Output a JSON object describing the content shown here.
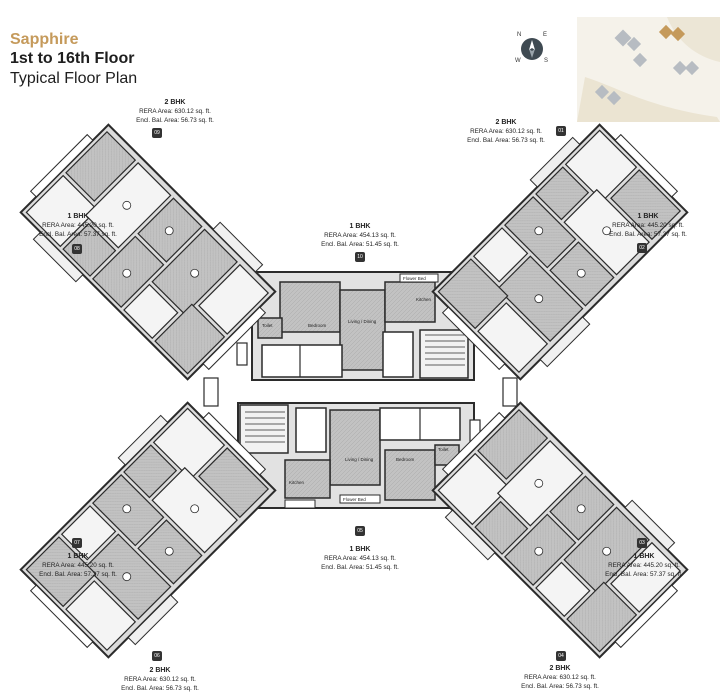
{
  "header": {
    "project": "Sapphire",
    "floor_range": "1st to 16th Floor",
    "plan_type": "Typical Floor Plan"
  },
  "compass": {
    "n": "N",
    "e": "E",
    "s": "S",
    "w": "W"
  },
  "colors": {
    "accent": "#c59a5b",
    "wall": "#2b2b2b",
    "floor": "#b9b9b9",
    "balcony": "#e4e4e4",
    "keyplan_bg": "#f5f2ea",
    "keyplan_highlight": "#c59a5b",
    "keyplan_block": "#b7bcc2"
  },
  "units": [
    {
      "no": "09",
      "type": "2 BHK",
      "rera": "RERA Area: 630.12 sq. ft.",
      "bal": "Encl. Bal. Area: 56.73 sq. ft."
    },
    {
      "no": "01",
      "type": "2 BHK",
      "rera": "RERA Area: 630.12 sq. ft.",
      "bal": "Encl. Bal. Area: 56.73 sq. ft."
    },
    {
      "no": "08",
      "type": "1 BHK",
      "rera": "RERA Area: 445.20 sq. ft.",
      "bal": "Encl. Bal. Area: 57.37 sq. ft."
    },
    {
      "no": "10",
      "type": "1 BHK",
      "rera": "RERA Area: 454.13 sq. ft.",
      "bal": "Encl. Bal. Area: 51.45 sq. ft."
    },
    {
      "no": "02",
      "type": "1 BHK",
      "rera": "RERA Area: 445.20 sq. ft.",
      "bal": "Encl. Bal. Area: 57.37 sq. ft."
    },
    {
      "no": "07",
      "type": "1 BHK",
      "rera": "RERA Area: 445.20 sq. ft.",
      "bal": "Encl. Bal. Area: 57.37 sq. ft."
    },
    {
      "no": "05",
      "type": "1 BHK",
      "rera": "RERA Area: 454.13 sq. ft.",
      "bal": "Encl. Bal. Area: 51.45 sq. ft."
    },
    {
      "no": "03",
      "type": "1 BHK",
      "rera": "RERA Area: 445.20 sq. ft.",
      "bal": "Encl. Bal. Area: 57.37 sq. ft."
    },
    {
      "no": "06",
      "type": "2 BHK",
      "rera": "RERA Area: 630.12 sq. ft.",
      "bal": "Encl. Bal. Area: 56.73 sq. ft."
    },
    {
      "no": "04",
      "type": "2 BHK",
      "rera": "RERA Area: 630.12 sq. ft.",
      "bal": "Encl. Bal. Area: 56.73 sq. ft."
    }
  ],
  "room_labels": {
    "bedroom": "Bedroom",
    "living_dining": "Living / Dining",
    "kitchen": "Kitchen",
    "toilet": "Toilet",
    "flower_bed": "Flower Bed"
  }
}
